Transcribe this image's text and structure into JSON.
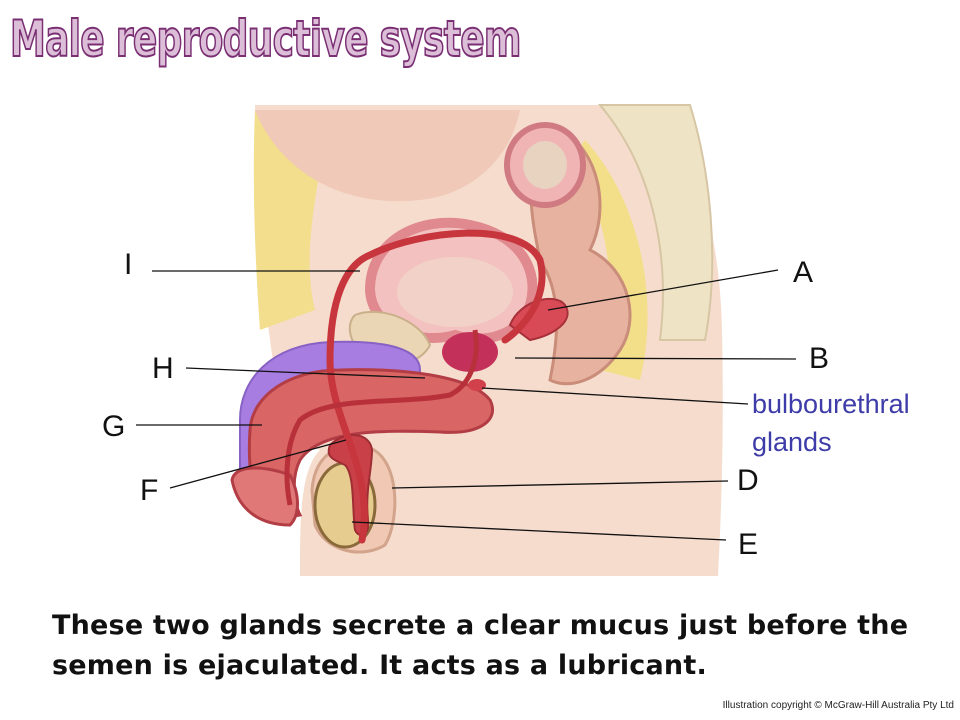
{
  "title": "Male reproductive system",
  "labels": {
    "A": "A",
    "B": "B",
    "D": "D",
    "E": "E",
    "F": "F",
    "G": "G",
    "H": "H",
    "I": "I"
  },
  "highlight_label": "bulbourethral glands",
  "caption": "These two glands secrete a clear mucus just before the semen is ejaculated. It acts as a lubricant.",
  "credit": "Illustration copyright © McGraw-Hill Australia Pty Ltd",
  "colors": {
    "title_fill": "#dcbed8",
    "title_outline": "#7a2f73",
    "highlight_text": "#3d3ca8",
    "tissue_red": "#c8363d",
    "skin": "#f2d4c4",
    "fat": "#f3df8a",
    "erectile_purple": "#a57ae0"
  }
}
